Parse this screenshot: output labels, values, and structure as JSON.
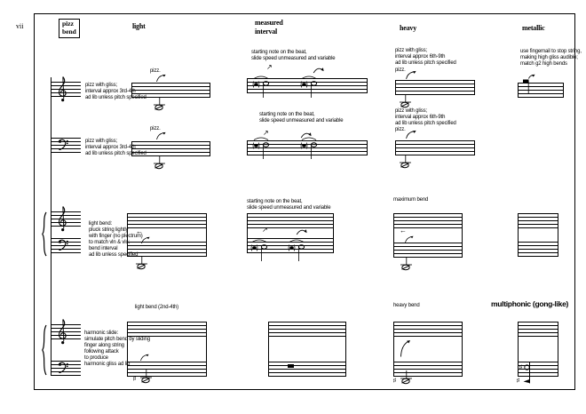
{
  "colors": {
    "ink": "#000000",
    "paper": "#ffffff"
  },
  "page_number": "vii",
  "technique_box": {
    "line1": "pizz",
    "line2": "bend"
  },
  "headers": {
    "light": "light",
    "measured": "measured\ninterval",
    "heavy": "heavy",
    "metallic": "metallic"
  },
  "row1": {
    "treble_label": "pizz with gliss;\ninterval approx 3rd-4th\nad lib unless pitch specified",
    "bass_label": "pizz with gliss;\ninterval approx 3rd-4th\nad lib unless pitch specified",
    "light": {
      "pizz_top": "pizz.",
      "pizz_bottom": "pizz."
    },
    "measured": {
      "caption_top": "starting note on the beat,\nslide speed unmeasured and variable",
      "caption_bottom": "starting note on the beat,\nslide speed unmeasured and variable"
    },
    "heavy": {
      "label_top": "pizz with gliss;\ninterval approx 6th-9th\nad lib unless pitch specified",
      "pizz_top": "pizz.",
      "label_bottom": "pizz with gliss;\ninterval approx 6th-9th\nad lib unless pitch specified",
      "pizz_bottom": "pizz."
    },
    "metallic": {
      "label": "use fingernail to stop string,\nmaking high gliss audible;\nmatch g2 high bends"
    }
  },
  "row2": {
    "label": "light bend:\npluck string lightly\nwith finger (no plectrum)\nto match vln & vlc;\nbend interval\nad lib unless specified",
    "measured": {
      "caption": "starting note on the beat,\nslide speed unmeasured and variable"
    },
    "heavy": {
      "caption": "maximum bend"
    }
  },
  "row3": {
    "light": {
      "caption": "light bend (2nd-4th)"
    },
    "label": "harmonic slide:\nsimulate pitch bend by sliding\nfinger along string\nfollowing attack\nto produce\nharmonic gliss ad lib",
    "heavy": {
      "caption": "heavy bend"
    },
    "metallic": {
      "caption": "multiphonic (gong-like)"
    }
  },
  "glyphs": {
    "sharp": "♯",
    "left_arrow": "←",
    "ne_arrow": "↗"
  }
}
